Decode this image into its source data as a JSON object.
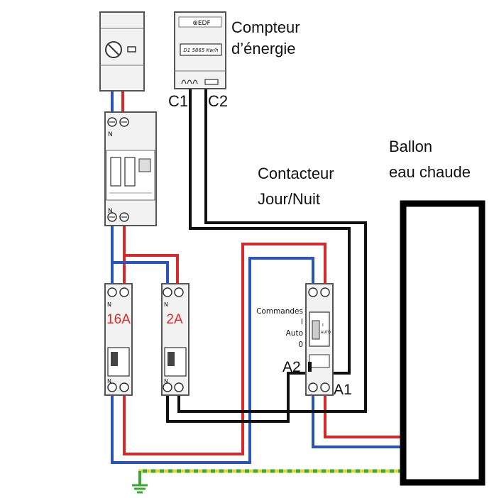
{
  "labels": {
    "meter_line1": "Compteur",
    "meter_line2": "d’énergie",
    "meter_brand": "⊕EDF",
    "meter_display": "D1 5865 Kw/h",
    "c1": "C1",
    "c2": "C2",
    "contactor_line1": "Contacteur",
    "contactor_line2": "Jour/Nuit",
    "boiler_line1": "Ballon",
    "boiler_line2": "eau chaude",
    "commandes": "Commandes",
    "cmd_i": "I",
    "cmd_auto": "Auto",
    "cmd_0": "0",
    "a1": "A1",
    "a2": "A2",
    "breaker1_rating": "16A",
    "breaker2_rating": "2A",
    "neutral_mark": "N",
    "contactor_i": "I",
    "contactor_auto": "AUTO"
  },
  "colors": {
    "phase": "#d62a2a",
    "neutral": "#2a55b8",
    "control": "#111111",
    "earth_green": "#3aa835",
    "earth_yellow": "#e8d43a",
    "device_body": "#f2f2f2",
    "device_border": "#555555"
  }
}
